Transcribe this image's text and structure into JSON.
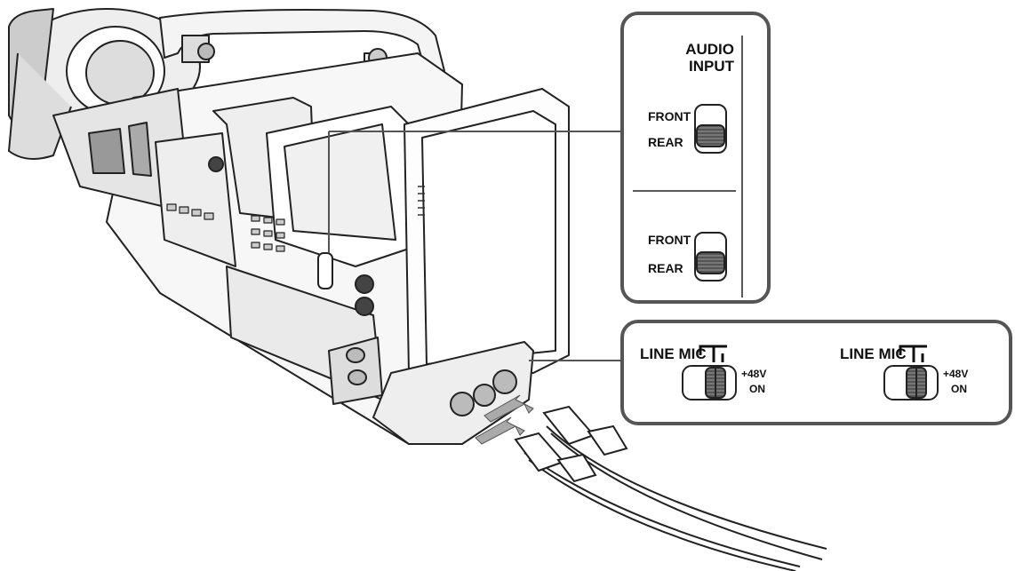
{
  "audio_panel": {
    "title_line1": "AUDIO",
    "title_line2": "INPUT",
    "switch1": {
      "front_label": "FRONT",
      "rear_label": "REAR",
      "selected": "REAR"
    },
    "switch2": {
      "front_label": "FRONT",
      "rear_label": "REAR",
      "selected": "REAR"
    }
  },
  "mic_panel": {
    "switch1": {
      "line_mic_label": "LINE MIC",
      "phantom_label_top": "+48V",
      "phantom_label_bottom": "ON"
    },
    "switch2": {
      "line_mic_label": "LINE MIC",
      "phantom_label_top": "+48V",
      "phantom_label_bottom": "ON"
    }
  },
  "colors": {
    "line": "#222222",
    "panel_border": "#555555",
    "switch_fill": "#888888"
  }
}
